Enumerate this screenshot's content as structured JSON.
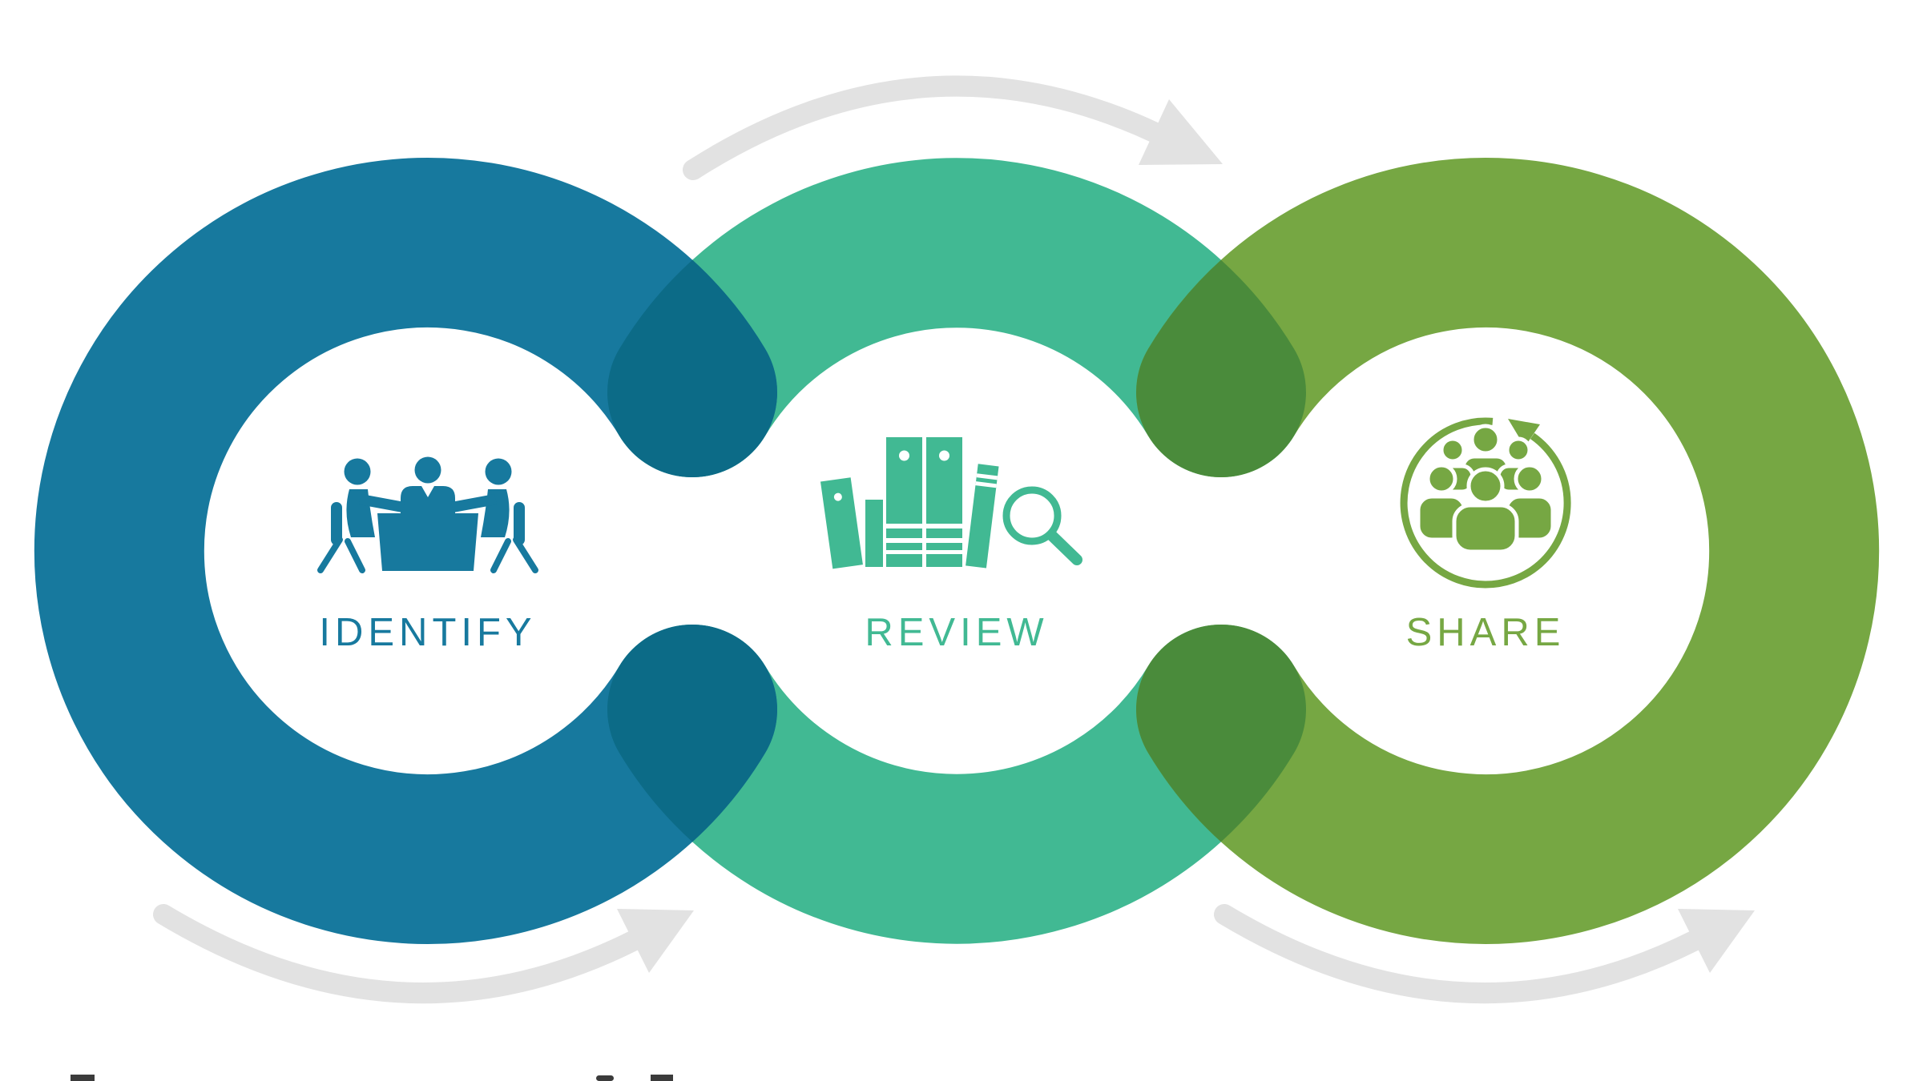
{
  "diagram_title": "Identify Review Share continuous cycle diagram",
  "stages": [
    {
      "label": "IDENTIFY",
      "color": "#17799E",
      "icon": "meeting-table-icon"
    },
    {
      "label": "REVIEW",
      "color": "#41B993",
      "icon": "books-magnifier-icon"
    },
    {
      "label": "SHARE",
      "color": "#76A743",
      "icon": "people-group-cycle-icon"
    }
  ],
  "junctions": [
    {
      "between": "identify-review",
      "overlap_color": "#0C6B87"
    },
    {
      "between": "review-share",
      "overlap_color": "#4A8B3B"
    }
  ],
  "flow_arrows": {
    "color": "#E2E2E2",
    "items": [
      {
        "name": "top-center-flow-arrow"
      },
      {
        "name": "bottom-left-flow-arrow"
      },
      {
        "name": "bottom-right-flow-arrow"
      }
    ]
  },
  "caption_fragments": {
    "color": "#3B3B3B",
    "note": "tops of cropped text glyphs at bottom edge"
  },
  "background_color": "#FFFFFF"
}
